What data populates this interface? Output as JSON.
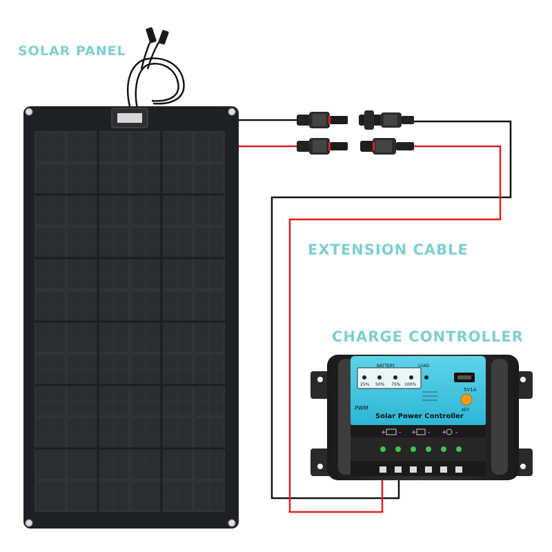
{
  "labels": {
    "solar_panel": "SOLAR PANEL",
    "extension_cable": "EXTENSION CABLE",
    "charge_controller": "CHARGE CONTROLLER"
  },
  "controller": {
    "battery_label": "BATTERY",
    "load_label": "LOAD",
    "levels": [
      "25%",
      "50%",
      "75%",
      "100%"
    ],
    "usb_label": "5V1A",
    "key_label": "KEY",
    "mode_label": "PWM",
    "title": "Solar Power Controller"
  },
  "colors": {
    "label": "#7ccfd0",
    "positive_wire": "#e01b1b",
    "negative_wire": "#111111",
    "panel": "#1d2024",
    "controller_face": "#37c3e0",
    "key_button": "#f39a1e"
  },
  "icons": {
    "battery": "battery-icon",
    "panel": "panel-icon",
    "bulb": "bulb-icon",
    "usb": "usb-port-icon"
  }
}
